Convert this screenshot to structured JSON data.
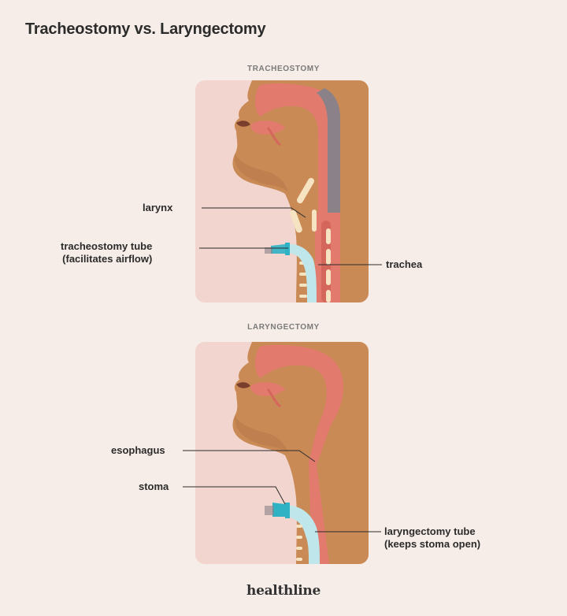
{
  "title": "Tracheostomy vs. Laryngectomy",
  "panels": [
    {
      "heading": "TRACHEOSTOMY",
      "labels": {
        "larynx": "larynx",
        "tube_line1": "tracheostomy tube",
        "tube_line2": "(facilitates airflow)",
        "trachea": "trachea"
      }
    },
    {
      "heading": "LARYNGECTOMY",
      "labels": {
        "esophagus": "esophagus",
        "stoma": "stoma",
        "tube_line1": "laryngectomy tube",
        "tube_line2": "(keeps stoma open)"
      }
    }
  ],
  "brand": "healthline",
  "colors": {
    "background": "#f7ede8",
    "panel_bg": "#f2d5cf",
    "skin": "#c98a55",
    "skin_dark": "#b9784a",
    "airway": "#e27a6e",
    "airway_dark": "#d5665c",
    "trachea_gray": "#8a8288",
    "cartilage": "#f6e3c2",
    "tube": "#bfe6ea",
    "tube_cyan": "#2fb3c4",
    "text": "#2b2b2b"
  }
}
